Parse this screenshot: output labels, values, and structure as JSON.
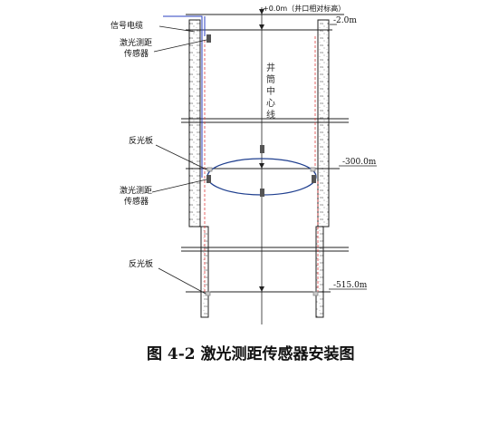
{
  "labels": {
    "signal_cable": "信号电缆",
    "sensor_top_line1": "激光测距",
    "sensor_top_line2": "传感器",
    "reflector_top": "反光板",
    "sensor_mid_line1": "激光测距",
    "sensor_mid_line2": "传感器",
    "reflector_bottom": "反光板",
    "shaft_centerline": [
      "井",
      "筒",
      "中",
      "心",
      "线"
    ]
  },
  "levels": {
    "top": "+0.0m（井口相对标高）",
    "level_1": "-2.0m",
    "level_2": "-300.0m",
    "level_3": "-515.0m"
  },
  "caption": "图 4-2 激光测距传感器安装图",
  "colors": {
    "line": "#222222",
    "cable": "#2a3fbf",
    "ellipse": "#1f3f8f",
    "laser_dash": "#e04040",
    "sensor": "#555555",
    "reflector": "#888888"
  }
}
